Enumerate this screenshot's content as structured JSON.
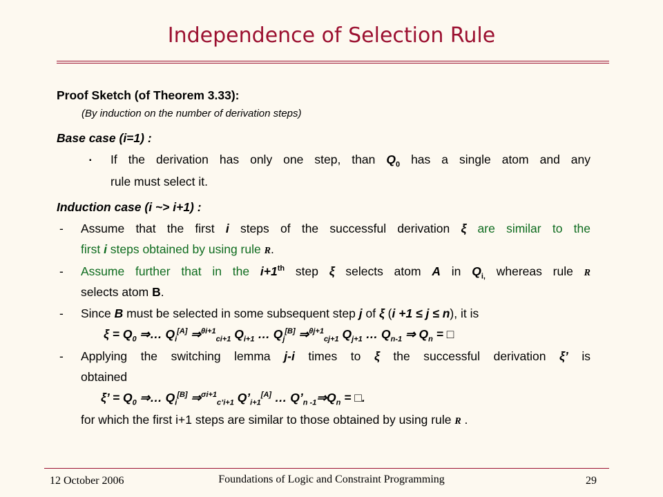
{
  "title": "Independence of Selection Rule",
  "proof_heading": "Proof Sketch (of Theorem 3.33):",
  "proof_note": "(By induction on the number of derivation steps)",
  "base_heading": "Base case (i=1) :",
  "base_bullet": "▪",
  "base_line1": {
    "pre": "If the derivation has only one step, than ",
    "q": "Q",
    "q_sub": "0",
    "post": " has a single atom and any"
  },
  "base_line2": "rule must select it.",
  "induction_heading": "Induction case (i ~> i+1) :",
  "dash": "-",
  "ind1_line1": {
    "pre": "Assume that the first ",
    "i": "i",
    "mid": " steps of the successful derivation ",
    "xi": "ξ",
    "post": " are similar to the"
  },
  "ind1_line2": {
    "pre": "first ",
    "i": "i",
    "mid": " steps obtained by using rule ",
    "r": "R",
    "post": "."
  },
  "ind2_line1": {
    "pre": "Assume further that in the ",
    "step": "i+1",
    "sup": "th",
    "mid1": " step ",
    "xi": "ξ",
    "mid2": " selects atom ",
    "a": "A",
    "mid3": " in ",
    "q": "Q",
    "q_sub": "i,",
    "mid4": " whereas rule ",
    "r": "R"
  },
  "ind2_line2": {
    "pre": "selects atom ",
    "b": "B",
    "post": "."
  },
  "ind3_line1": {
    "pre": "Since ",
    "b": "B",
    "mid1": " must be selected in some subsequent step ",
    "j": "j",
    "mid2": " of ",
    "xi": "ξ",
    "mid3": " (",
    "range": "i +1 ≤ j ≤ n",
    "post": "), it is"
  },
  "formula1": {
    "lhs": "ξ = Q",
    "lhs_sub": "0",
    "arrow1": " ⇒… Q",
    "qi_sub": "i",
    "qi_sup": "[A]",
    "arrow2": " ⇒",
    "theta_sup": "θi+1",
    "c_sub": "ci+1",
    "q2": " Q",
    "q2_sub": "i+1",
    "dots": " … Q",
    "qj_sub": "j",
    "qj_sup": "[B]",
    "arrow3": " ⇒",
    "theta2_sup": "θj+1",
    "c2_sub": "cj+1",
    "q3": " Q",
    "q3_sub": "j+1",
    "dots2": " … Q",
    "qn1_sub": "n-1",
    "arrow4": " ⇒ Q",
    "qn_sub": "n",
    "end": " = □"
  },
  "ind4_line1": {
    "pre": "Applying the switching lemma ",
    "ji": "j-i",
    "mid": " times to ",
    "xi": "ξ",
    "mid2": " the successful derivation ",
    "xi2": "ξ’",
    "post": " is"
  },
  "ind4_line2": "obtained",
  "formula2": {
    "lhs": "ξ’ = Q",
    "lhs_sub": "0",
    "arrow1": " ⇒… Q",
    "qi_sub": "i",
    "qi_sup": "[B]",
    "arrow2": " ⇒",
    "sigma_sup": "σi+1",
    "c_sub": "c’i+1",
    "q2": " Q’",
    "q2_sub": "i+1",
    "q2_sup": "[A]",
    "dots": " … Q’",
    "qn1_sub": "n -1",
    "arrow3": "⇒Q",
    "qn_sub": "n",
    "end": " = □."
  },
  "final_line": {
    "pre": "for which the first i+1 steps are similar to those obtained by using rule ",
    "r": "R",
    "post": " ."
  },
  "footer": {
    "date": "12 October 2006",
    "course": "Foundations of Logic and Constraint Programming",
    "page": "29"
  },
  "colors": {
    "title": "#9b1030",
    "accent_green": "#0d6b1e",
    "background": "#fdf9f0"
  }
}
